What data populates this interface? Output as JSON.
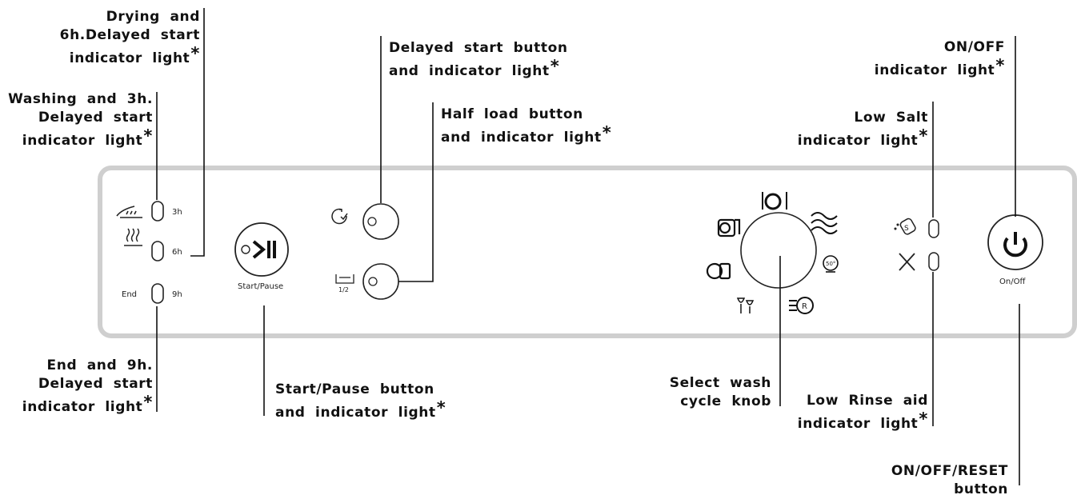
{
  "callouts": {
    "drying": [
      "Drying and",
      "6h.Delayed start",
      "indicator light"
    ],
    "washing": [
      "Washing and 3h.",
      "Delayed start",
      "indicator light"
    ],
    "end": [
      "End and 9h.",
      "Delayed start",
      "indicator light"
    ],
    "delayed_start": [
      "Delayed start button",
      "and indicator light"
    ],
    "half_load": [
      "Half load button",
      "and indicator light"
    ],
    "start_pause": [
      "Start/Pause button",
      "and indicator light"
    ],
    "select_knob": [
      "Select wash",
      "cycle knob"
    ],
    "on_off_indicator": [
      "ON/OFF",
      "indicator light"
    ],
    "low_salt": [
      "Low Salt",
      "indicator light"
    ],
    "low_rinse": [
      "Low Rinse aid",
      "indicator light"
    ],
    "on_off_reset": [
      "ON/OFF/RESET",
      "button"
    ]
  },
  "asterisk": "*",
  "panel": {
    "phase_labels": [
      "3h",
      "6h",
      "9h"
    ],
    "end_label": "End",
    "start_pause_label": "Start/Pause",
    "half_load_symbol": "1/2",
    "salt_symbol": "S",
    "eco_symbol": "50°",
    "rapid_symbol": "R",
    "on_off_label": "On/Off"
  },
  "colors": {
    "panel_border": "#cfcfcf",
    "line": "#111111"
  }
}
